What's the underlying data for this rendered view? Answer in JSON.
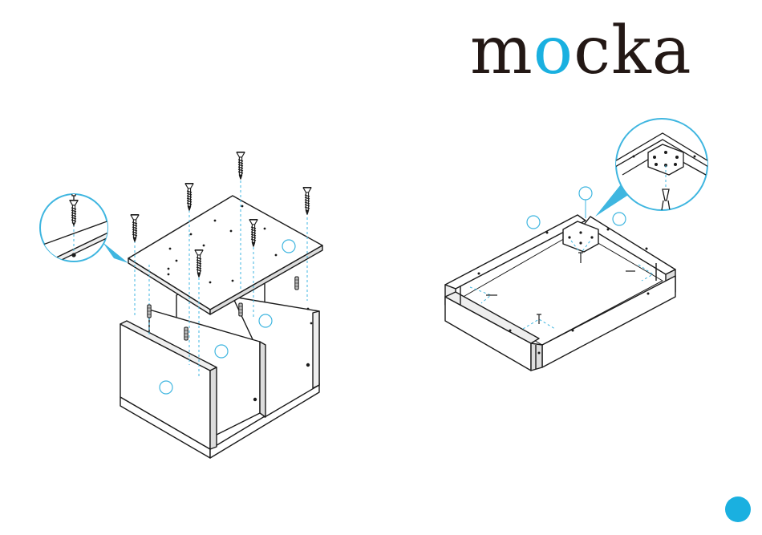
{
  "brand": {
    "name_pre": "m",
    "name_accent": "o",
    "name_post": "cka"
  },
  "colors": {
    "accent": "#1ab0e0",
    "line": "#1a1a1a",
    "guide": "#3fb6e0"
  },
  "icons": {
    "screw": "screw-icon",
    "dowel": "dowel-icon",
    "screwdriver": "screwdriver-icon",
    "bracket": "corner-bracket-icon",
    "page_marker": "page-marker-dot"
  }
}
